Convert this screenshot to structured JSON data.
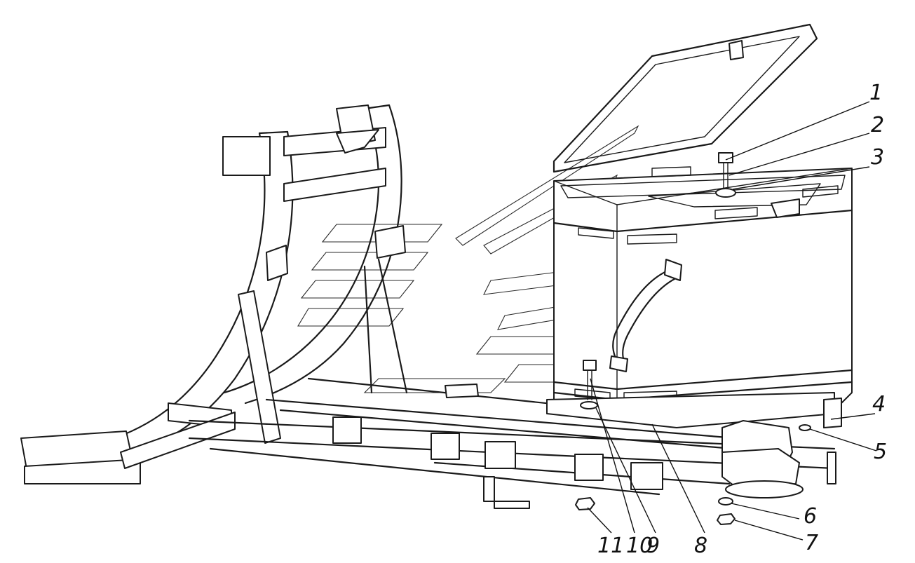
{
  "callouts": [
    {
      "label": "1"
    },
    {
      "label": "2"
    },
    {
      "label": "3"
    },
    {
      "label": "4"
    },
    {
      "label": "5"
    },
    {
      "label": "6"
    },
    {
      "label": "7"
    },
    {
      "label": "8"
    },
    {
      "label": "9"
    },
    {
      "label": "10"
    },
    {
      "label": "11"
    }
  ],
  "colors": {
    "line": "#1a1a1a",
    "background": "#ffffff"
  }
}
